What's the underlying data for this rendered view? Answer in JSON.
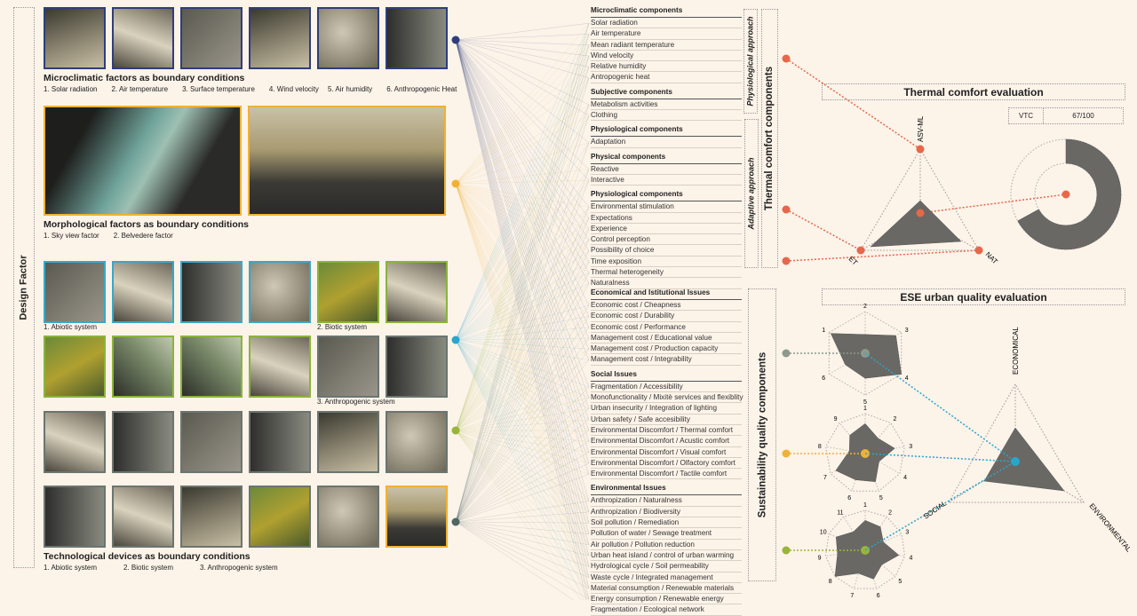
{
  "design_factor_label": "Design Factor",
  "microclimatic": {
    "title": "Microclimatic factors as boundary conditions",
    "items": [
      "1. Solar radiation",
      "2. Air temperature",
      "3. Surface temperature",
      "4. Wind velocity",
      "5. Air humidity",
      "6. Anthropogenic Heat"
    ]
  },
  "morphological": {
    "title": "Morphological factors as boundary conditions",
    "items": [
      "1. Sky view factor",
      "2. Belvedere factor"
    ]
  },
  "systems_captions": {
    "abiotic": "1. Abiotic system",
    "biotic": "2. Biotic system",
    "anthropogenic": "3. Anthropogenic system"
  },
  "technological": {
    "title": "Technological devices as boundary conditions",
    "items": [
      "1. Abiotic system",
      "2. Biotic system",
      "3. Anthropogenic system"
    ]
  },
  "colors": {
    "navy": "#2f3e7a",
    "yellow": "#efb234",
    "cyan": "#2aa6cc",
    "green": "#97b53a",
    "teal": "#4f6662",
    "orange": "#e8674a",
    "grey": "#8c9a8c"
  },
  "thermal_list": [
    {
      "header": "Microclimatic components",
      "items": [
        "Solar radiation",
        "Air temperature",
        "Mean radiant temperature",
        "Wind velocity",
        "Relative humidity",
        "Antropogenic heat"
      ]
    },
    {
      "header": "Subjective components",
      "items": [
        "Metabolism activities",
        "Clothing"
      ]
    },
    {
      "header": "Physiological components",
      "items": [
        "Adaptation"
      ]
    },
    {
      "header": "Physical components",
      "items": [
        "Reactive",
        "Interactive"
      ]
    },
    {
      "header": "Physiological components",
      "items": [
        "Environmental stimulation",
        "Expectations",
        "Experience",
        "Control perception",
        "Possibility of choice",
        "Time exposition",
        "Thermal heterogeneity",
        "Naturalness"
      ]
    }
  ],
  "sustainability_list": [
    {
      "header": "Economical and Istitutional Issues",
      "items": [
        "Economic cost / Cheapness",
        "Economic cost / Durability",
        "Economic cost / Performance",
        "Management cost / Educational value",
        "Management cost / Production capacity",
        "Management cost / Integrability"
      ]
    },
    {
      "header": "Social Issues",
      "items": [
        "Fragmentation / Accessibility",
        "Monofunctionality / Mixitè services and flexiblity",
        "Urban insecurity / Integration of lighting",
        "Urban safety / Safe accesibility",
        "Environmental Discomfort / Thermal comfort",
        "Environmental Discomfort / Acustic comfort",
        "Environmental Discomfort / Visual comfort",
        "Environmental Discomfort / Olfactory comfort",
        "Environmental Discomfort / Tactile comfort"
      ]
    },
    {
      "header": "Environmental Issues",
      "items": [
        "Anthropization / Naturalness",
        "Anthropization / Biodiversity",
        "Soil pollution / Remediation",
        "Pollution of water / Sewage treatment",
        "Air pollution / Pollution reduction",
        "Urban heat island / control of urban warming",
        "Hydrological cycle / Soil permeability",
        "Waste cycle / Integrated management",
        "Material consumption / Renewable materials",
        "Energy consumption / Renewable energy",
        "Fragmentation / Ecological network"
      ]
    }
  ],
  "side_labels": {
    "physiological_approach": "Physiological approach",
    "adaptive_approach": "Adaptive approach",
    "thermal_components": "Thermal comfort components",
    "sustainability_components": "Sustainability  quality components"
  },
  "thermal_eval": {
    "title": "Thermal comfort evaluation",
    "vtc_label": "VTC",
    "vtc_value": "67/100",
    "vtc_fraction": 0.67,
    "axes": [
      "ASV-ML",
      "ET",
      "NAT"
    ]
  },
  "ese_eval": {
    "title": "ESE urban quality evaluation",
    "axes": [
      "ECONOMICAL",
      "SOCIAL",
      "ENVIRONMENTAL"
    ],
    "radars": [
      {
        "name": "economical",
        "labels": [
          "1",
          "2",
          "3",
          "4",
          "5",
          "6"
        ],
        "values": [
          0.95,
          0.45,
          0.85,
          1.0,
          0.6,
          0.55
        ]
      },
      {
        "name": "social",
        "labels": [
          "1",
          "2",
          "3",
          "4",
          "5",
          "6",
          "7",
          "8",
          "9"
        ],
        "values": [
          0.75,
          0.5,
          0.75,
          0.4,
          0.75,
          0.7,
          0.85,
          0.4,
          0.6
        ]
      },
      {
        "name": "environmental",
        "labels": [
          "1",
          "2",
          "3",
          "4",
          "5",
          "6",
          "7",
          "8",
          "9",
          "10",
          "11"
        ],
        "values": [
          0.75,
          0.7,
          0.5,
          0.85,
          0.55,
          0.75,
          0.6,
          1.0,
          0.7,
          0.8,
          0.55
        ]
      }
    ]
  }
}
